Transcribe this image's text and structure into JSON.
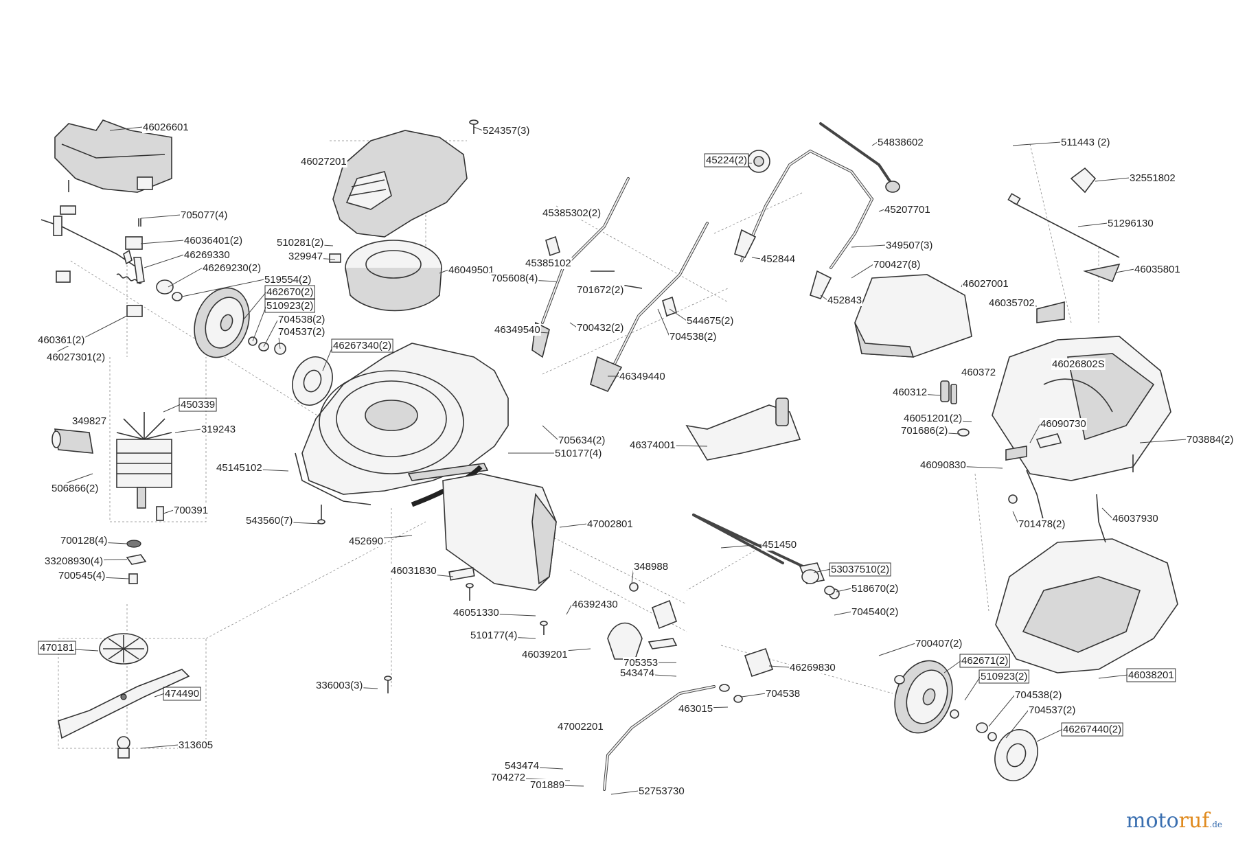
{
  "watermark": {
    "part1": "moto",
    "part2": "ruf",
    "suffix": ".de"
  },
  "labels": [
    {
      "id": "46026601",
      "text": "46026601"
    },
    {
      "id": "524357",
      "text": "524357(3)"
    },
    {
      "id": "46027201",
      "text": "46027201"
    },
    {
      "id": "705077",
      "text": "705077(4)"
    },
    {
      "id": "46036401",
      "text": "46036401(2)"
    },
    {
      "id": "46269330",
      "text": "46269330"
    },
    {
      "id": "46269230",
      "text": "46269230(2)"
    },
    {
      "id": "519554",
      "text": "519554(2)"
    },
    {
      "id": "462670",
      "text": "462670(2)",
      "boxed": true
    },
    {
      "id": "510923a",
      "text": "510923(2)",
      "boxed": true
    },
    {
      "id": "704538a",
      "text": "704538(2)"
    },
    {
      "id": "704537a",
      "text": "704537(2)"
    },
    {
      "id": "46267340",
      "text": "46267340(2)",
      "boxed": true
    },
    {
      "id": "460361",
      "text": "460361(2)"
    },
    {
      "id": "46027301",
      "text": "46027301(2)"
    },
    {
      "id": "510281",
      "text": "510281(2)"
    },
    {
      "id": "329947",
      "text": "329947"
    },
    {
      "id": "46049501",
      "text": "46049501"
    },
    {
      "id": "45385302",
      "text": "45385302(2)"
    },
    {
      "id": "45385102",
      "text": "45385102"
    },
    {
      "id": "705608",
      "text": "705608(4)"
    },
    {
      "id": "701672",
      "text": "701672(2)"
    },
    {
      "id": "700432",
      "text": "700432(2)"
    },
    {
      "id": "46349540",
      "text": "46349540"
    },
    {
      "id": "544675",
      "text": "544675(2)"
    },
    {
      "id": "704538b",
      "text": "704538(2)"
    },
    {
      "id": "46349440",
      "text": "46349440"
    },
    {
      "id": "45224",
      "text": "45224(2)",
      "boxed": true
    },
    {
      "id": "54838602",
      "text": "54838602"
    },
    {
      "id": "45207701",
      "text": "45207701"
    },
    {
      "id": "349507",
      "text": "349507(3)"
    },
    {
      "id": "452844",
      "text": "452844"
    },
    {
      "id": "700427",
      "text": "700427(8)"
    },
    {
      "id": "46027001",
      "text": "46027001"
    },
    {
      "id": "452843",
      "text": "452843"
    },
    {
      "id": "511443",
      "text": "511443 (2)"
    },
    {
      "id": "32551802",
      "text": "32551802"
    },
    {
      "id": "51296130",
      "text": "51296130"
    },
    {
      "id": "46035801",
      "text": "46035801"
    },
    {
      "id": "46035702",
      "text": "46035702"
    },
    {
      "id": "460372",
      "text": "460372"
    },
    {
      "id": "46026802S",
      "text": "46026802S"
    },
    {
      "id": "460312",
      "text": "460312"
    },
    {
      "id": "46051201",
      "text": "46051201(2)"
    },
    {
      "id": "701686",
      "text": "701686(2)"
    },
    {
      "id": "46090730",
      "text": "46090730"
    },
    {
      "id": "703884",
      "text": "703884(2)"
    },
    {
      "id": "46090830",
      "text": "46090830"
    },
    {
      "id": "701478",
      "text": "701478(2)"
    },
    {
      "id": "46037930",
      "text": "46037930"
    },
    {
      "id": "450339",
      "text": "450339",
      "boxed": true
    },
    {
      "id": "349827",
      "text": "349827"
    },
    {
      "id": "319243",
      "text": "319243"
    },
    {
      "id": "506866",
      "text": "506866(2)"
    },
    {
      "id": "700391",
      "text": "700391"
    },
    {
      "id": "700128",
      "text": "700128(4)"
    },
    {
      "id": "33208930",
      "text": "33208930(4)"
    },
    {
      "id": "700545",
      "text": "700545(4)"
    },
    {
      "id": "45145102",
      "text": "45145102"
    },
    {
      "id": "543560",
      "text": "543560(7)"
    },
    {
      "id": "705634",
      "text": "705634(2)"
    },
    {
      "id": "510177a",
      "text": "510177(4)"
    },
    {
      "id": "46374001",
      "text": "46374001"
    },
    {
      "id": "47002801",
      "text": "47002801"
    },
    {
      "id": "452690",
      "text": "452690"
    },
    {
      "id": "46031830",
      "text": "46031830"
    },
    {
      "id": "451450",
      "text": "451450"
    },
    {
      "id": "53037510",
      "text": "53037510(2)",
      "boxed": true
    },
    {
      "id": "518670",
      "text": "518670(2)"
    },
    {
      "id": "348988",
      "text": "348988"
    },
    {
      "id": "46051330",
      "text": "46051330"
    },
    {
      "id": "46392430",
      "text": "46392430"
    },
    {
      "id": "510177b",
      "text": "510177(4)"
    },
    {
      "id": "46039201",
      "text": "46039201"
    },
    {
      "id": "705353",
      "text": "705353"
    },
    {
      "id": "543474a",
      "text": "543474"
    },
    {
      "id": "704540",
      "text": "704540(2)"
    },
    {
      "id": "700407",
      "text": "700407(2)"
    },
    {
      "id": "462671",
      "text": "462671(2)",
      "boxed": true
    },
    {
      "id": "510923b",
      "text": "510923(2)",
      "boxed": true
    },
    {
      "id": "46269830",
      "text": "46269830"
    },
    {
      "id": "46038201",
      "text": "46038201",
      "boxed": true
    },
    {
      "id": "704538c",
      "text": "704538"
    },
    {
      "id": "463015",
      "text": "463015"
    },
    {
      "id": "704538d",
      "text": "704538(2)"
    },
    {
      "id": "704537b",
      "text": "704537(2)"
    },
    {
      "id": "46267440",
      "text": "46267440(2)",
      "boxed": true
    },
    {
      "id": "470181",
      "text": "470181",
      "boxed": true
    },
    {
      "id": "474490",
      "text": "474490",
      "boxed": true
    },
    {
      "id": "313605",
      "text": "313605"
    },
    {
      "id": "336003",
      "text": "336003(3)"
    },
    {
      "id": "47002201",
      "text": "47002201"
    },
    {
      "id": "543474b",
      "text": "543474"
    },
    {
      "id": "704272",
      "text": "704272"
    },
    {
      "id": "701889",
      "text": "701889"
    },
    {
      "id": "52753730",
      "text": "52753730"
    }
  ]
}
